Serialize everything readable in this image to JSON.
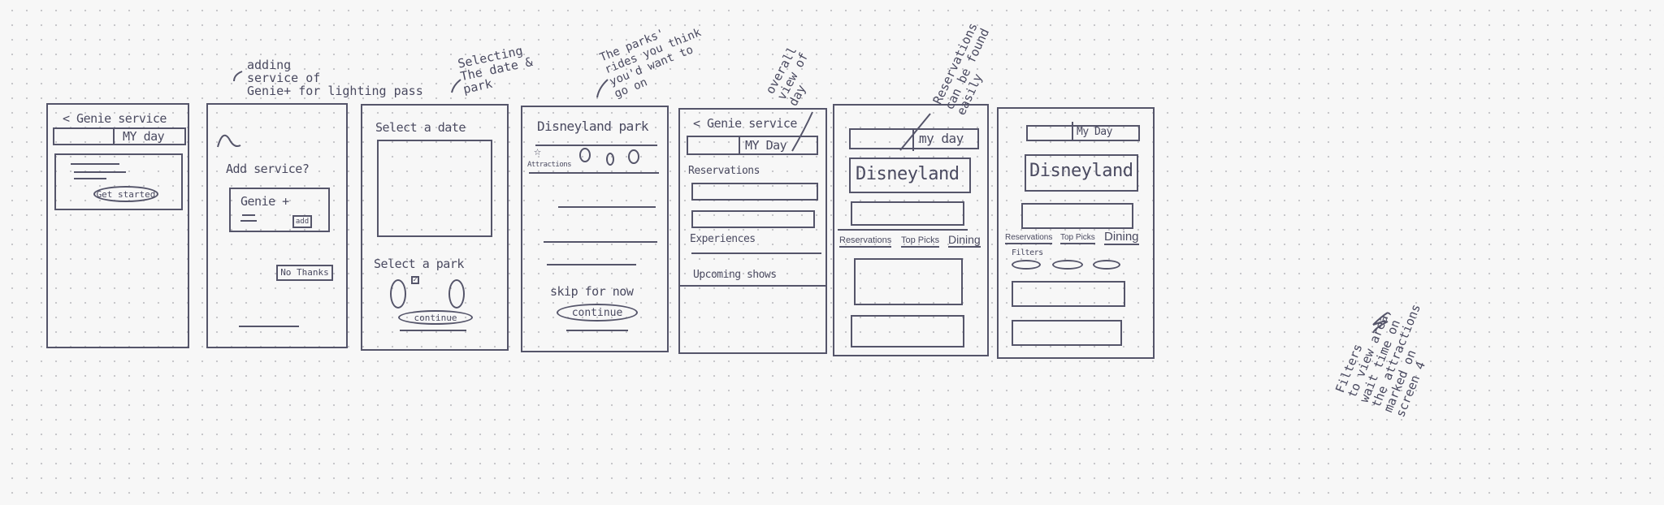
{
  "annotations": {
    "a1": "adding\nservice of\nGenie+ for lighting pass",
    "a2": "Selecting\nThe date &\npark",
    "a3": "The parks'\nrides you think\nyou'd want to\ngo on",
    "a4": "overall\nview of\nday",
    "a5": "Reservations\ncan be found\neasily",
    "a6": "Filters\nto view area,\nwait time on\nthe attractions\nmarked on\nscreen 4"
  },
  "screen1": {
    "title": "< Genie service",
    "tab": "MY day",
    "button": "Get started"
  },
  "screen2": {
    "heading": "Add service?",
    "card_title": "Genie +",
    "card_button": "add",
    "decline": "No Thanks"
  },
  "screen3": {
    "date_label": "Select a date",
    "park_label": "Select a park",
    "button": "continue"
  },
  "screen4": {
    "title": "Disneyland park",
    "attractions": "Attractions",
    "skip": "skip for now",
    "button": "continue"
  },
  "screen5": {
    "title": "< Genie service",
    "tab": "MY Day",
    "reservations": "Reservations",
    "experiences": "Experiences",
    "shows": "Upcoming shows"
  },
  "screen6": {
    "tab": "my day",
    "park": "Disneyland",
    "tabs": [
      "Reservations",
      "Top Picks",
      "Dining"
    ]
  },
  "screen7": {
    "tab": "My Day",
    "park": "Disneyland",
    "tabs": [
      "Reservations",
      "Top Picks",
      "Dining"
    ],
    "filters": "Filters"
  }
}
